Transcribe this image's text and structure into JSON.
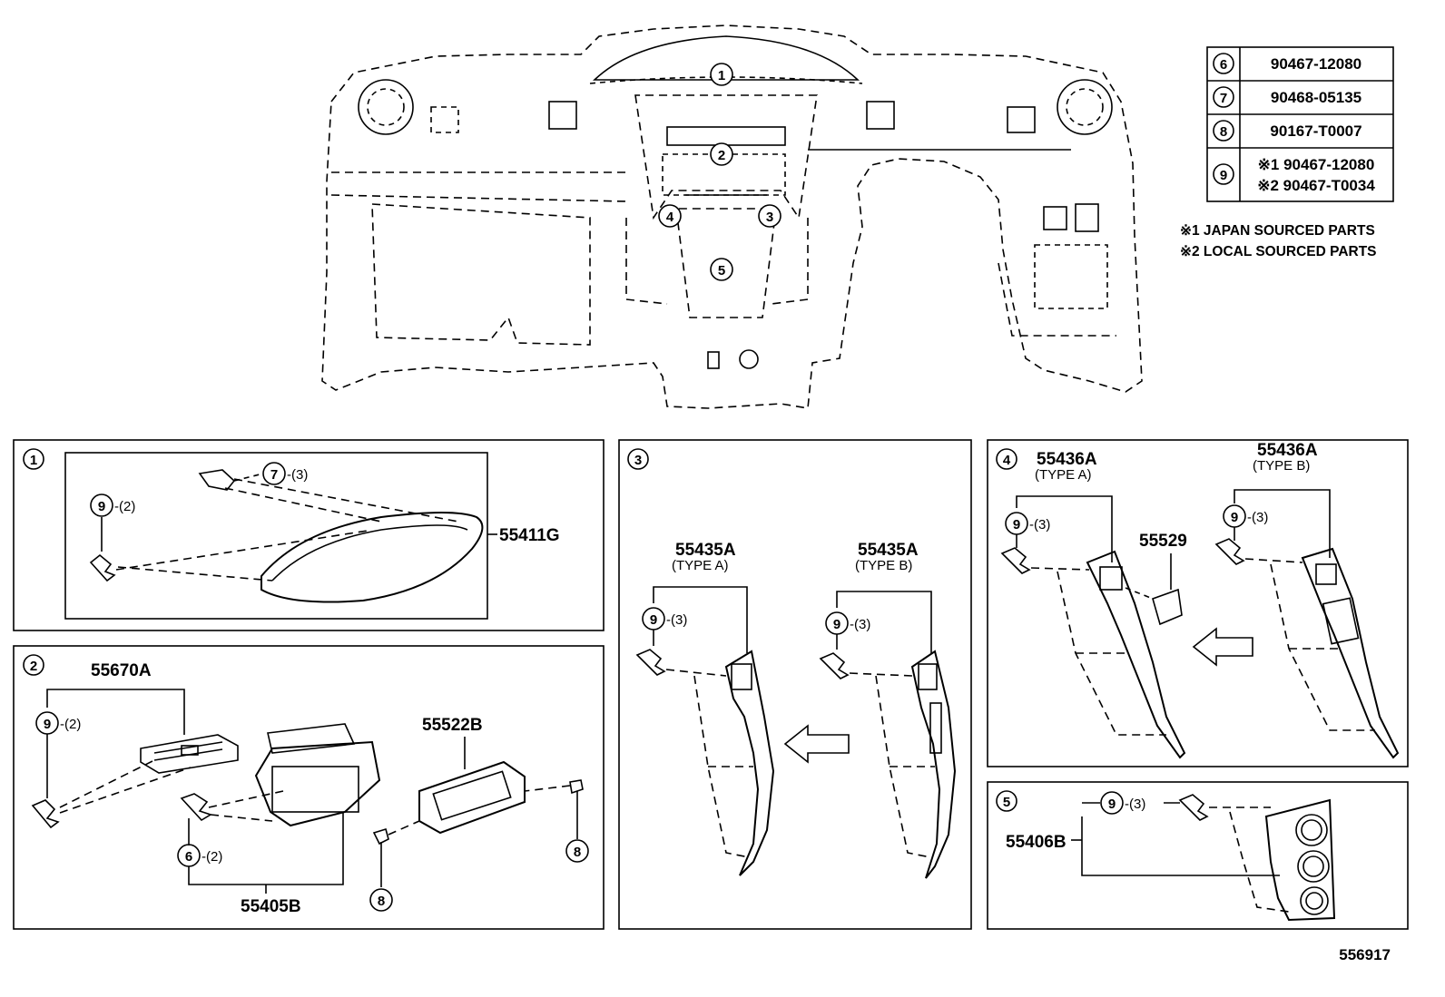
{
  "diagram_id": "556917",
  "overview": {
    "callouts": [
      "1",
      "2",
      "3",
      "4",
      "5"
    ]
  },
  "legend_table": {
    "rows": [
      {
        "ref": "6",
        "line1": "90467-12080",
        "line2": ""
      },
      {
        "ref": "7",
        "line1": "90468-05135",
        "line2": ""
      },
      {
        "ref": "8",
        "line1": "90167-T0007",
        "line2": ""
      },
      {
        "ref": "9",
        "line1": "※1 90467-12080",
        "line2": "※2 90467-T0034"
      }
    ]
  },
  "notes": [
    "※1 JAPAN SOURCED PARTS",
    "※2 LOCAL SOURCED PARTS"
  ],
  "panels": {
    "p1": {
      "index": "1",
      "part": "55411G",
      "clip_ref": "9",
      "clip_qty": "-(2)",
      "pad_ref": "7",
      "pad_qty": "-(3)"
    },
    "p2": {
      "index": "2",
      "vent_part": "55670A",
      "vent_clip_ref": "9",
      "vent_clip_qty": "-(2)",
      "housing_part": "55405B",
      "housing_clip_ref": "6",
      "housing_clip_qty": "-(2)",
      "panel_part": "55522B",
      "screw_ref_a": "8",
      "screw_ref_b": "8"
    },
    "p3": {
      "index": "3",
      "part_a": "55435A",
      "type_a": "(TYPE A)",
      "part_b": "55435A",
      "type_b": "(TYPE B)",
      "clip_ref_a": "9",
      "clip_qty_a": "-(3)",
      "clip_ref_b": "9",
      "clip_qty_b": "-(3)"
    },
    "p4": {
      "index": "4",
      "part_a": "55436A",
      "type_a": "(TYPE A)",
      "part_b": "55436A",
      "type_b": "(TYPE B)",
      "insert_part": "55529",
      "clip_ref_a": "9",
      "clip_qty_a": "-(3)",
      "clip_ref_b": "9",
      "clip_qty_b": "-(3)"
    },
    "p5": {
      "index": "5",
      "part": "55406B",
      "clip_ref": "9",
      "clip_qty": "-(3)"
    }
  }
}
